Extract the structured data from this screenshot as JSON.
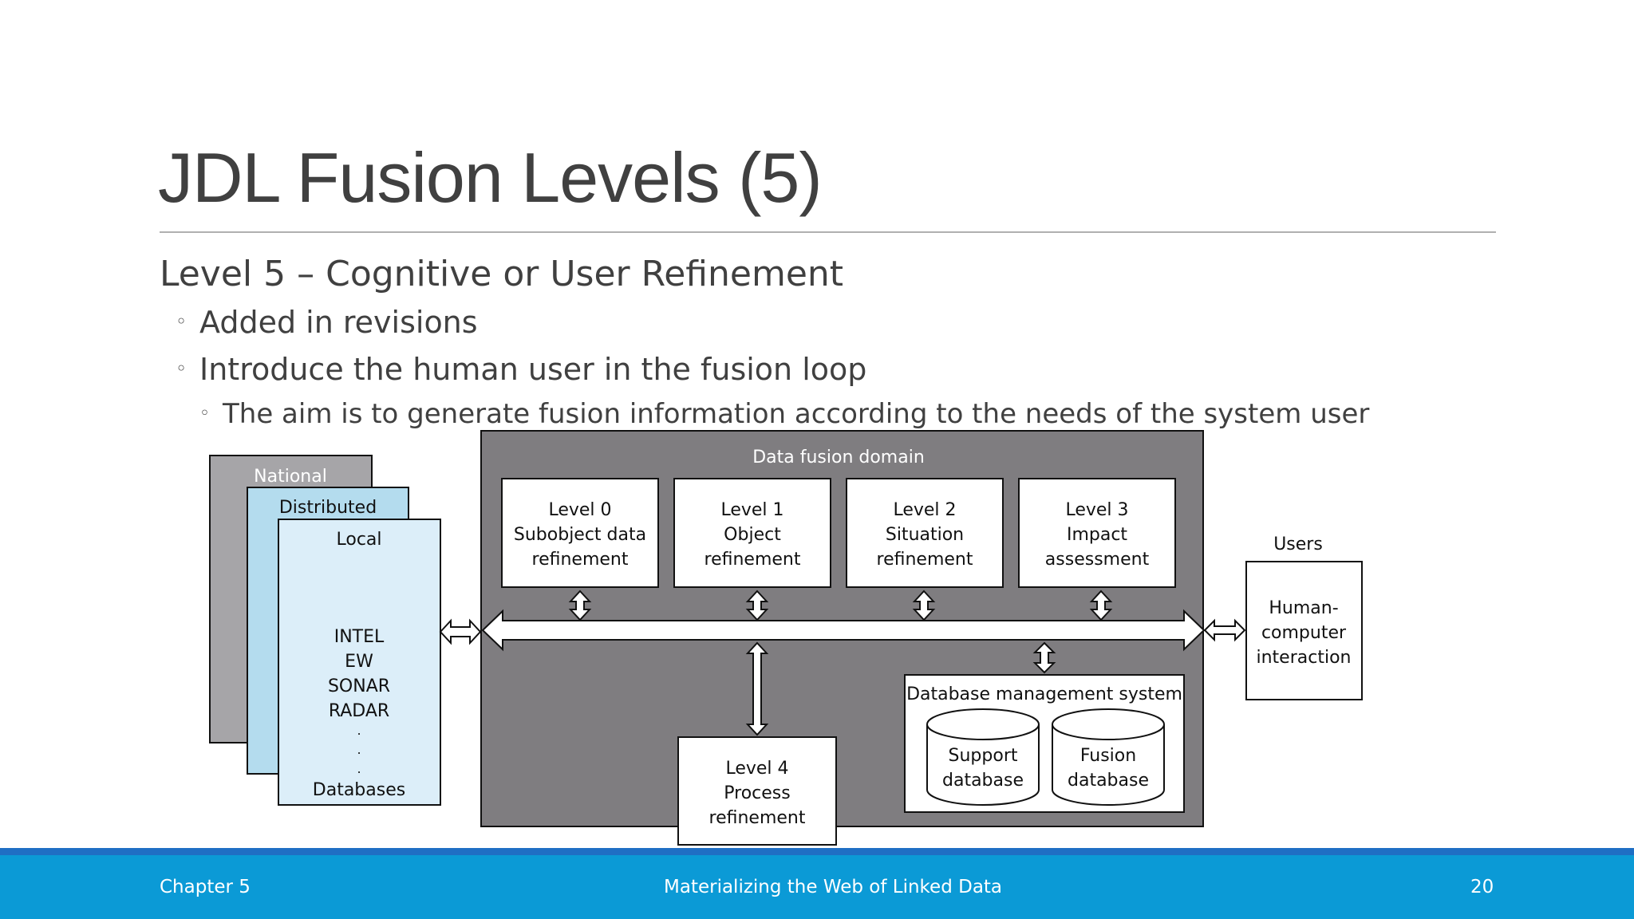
{
  "slide": {
    "title": "JDL Fusion Levels (5)",
    "heading": "Level 5 – Cognitive or User Refinement",
    "bullets": [
      "Added in revisions",
      "Introduce the human user in the fusion loop"
    ],
    "sub_bullet": "The aim is to generate fusion information according to the needs of the system user"
  },
  "diagram": {
    "source_stack": {
      "national": "National",
      "distributed": "Distributed",
      "local": "Local",
      "items": [
        "INTEL",
        "EW",
        "SONAR",
        "RADAR",
        ".",
        ".",
        ".",
        "Databases"
      ]
    },
    "domain_label": "Data fusion domain",
    "levels": [
      [
        "Level 0",
        "Subobject data",
        "refinement"
      ],
      [
        "Level 1",
        "Object",
        "refinement"
      ],
      [
        "Level 2",
        "Situation",
        "refinement"
      ],
      [
        "Level 3",
        "Impact",
        "assessment"
      ]
    ],
    "level4": [
      "Level 4",
      "Process",
      "refinement"
    ],
    "dbms": {
      "label": "Database management system",
      "support": [
        "Support",
        "database"
      ],
      "fusion": [
        "Fusion",
        "database"
      ]
    },
    "users": {
      "label": "Users",
      "box": [
        "Human-",
        "computer",
        "interaction"
      ]
    }
  },
  "footer": {
    "chapter": "Chapter 5",
    "book": "Materializing the Web of Linked Data",
    "page": "20"
  },
  "colors": {
    "title_text": "#404040",
    "footer_bar": "#0b9ad6",
    "footer_line": "#1f6fc4",
    "domain_fill": "#7f7d80",
    "national_fill": "#a6a5a8",
    "distributed_fill": "#b4dcee",
    "local_fill": "#dceef9"
  }
}
